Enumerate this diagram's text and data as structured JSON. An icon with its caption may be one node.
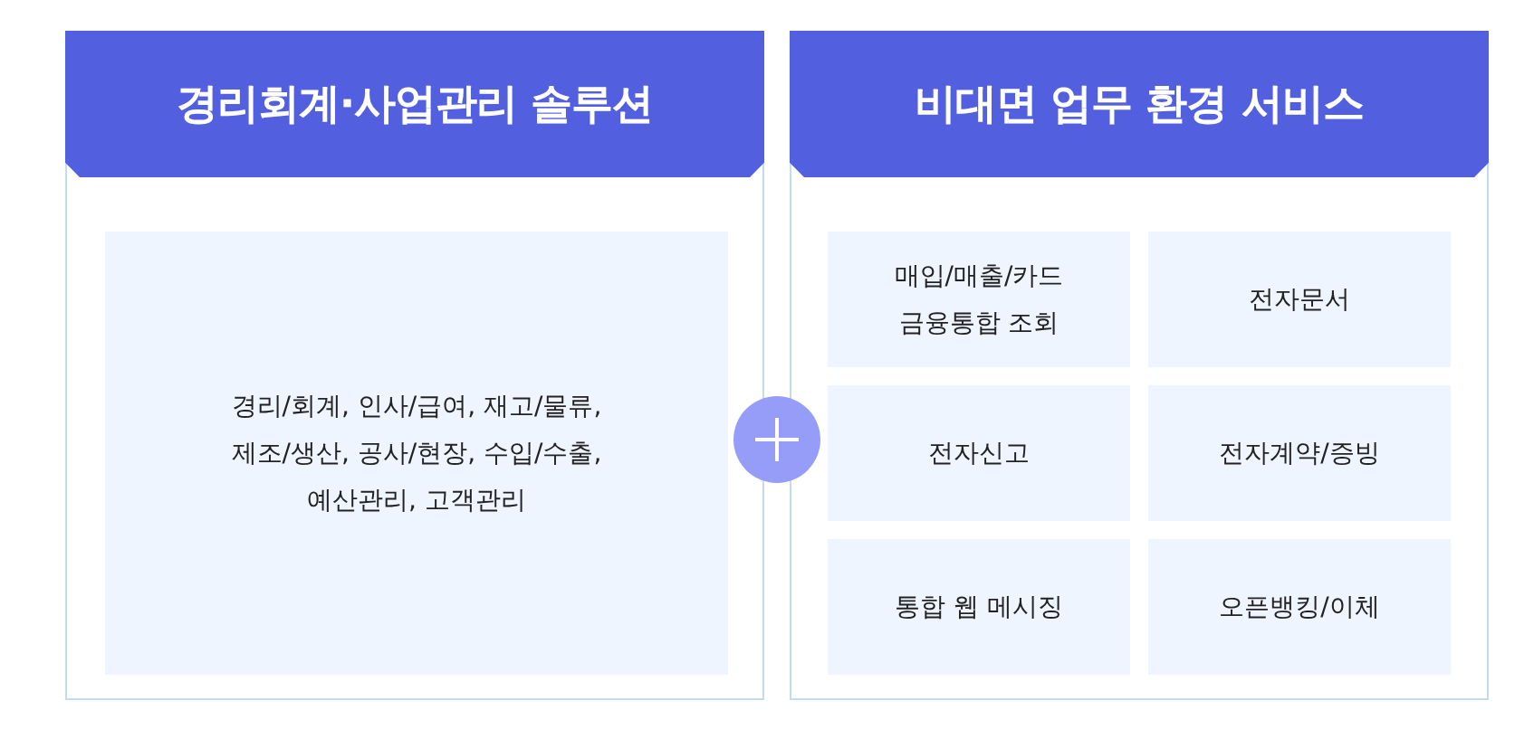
{
  "diagram": {
    "nodes": [
      {
        "text": [
          "경리회계·사업관리 솔루션"
        ]
      },
      {
        "text": [
          "경리/회계, 인사/급여, 재고/물류, 제조/생산, 공사/현장, 수입/수출, 예산관리, 고객관리"
        ],
        "in": 0
      },
      {
        "text": [
          "비대면 업무 환경 서비스"
        ]
      },
      {
        "text": [
          "매입/매출/카드 금융통합 조회"
        ],
        "in": 2
      },
      {
        "text": [
          "전자문서"
        ],
        "in": 2
      },
      {
        "text": [
          "전자신고"
        ],
        "in": 2
      },
      {
        "text": [
          "전자계약/증빙"
        ],
        "in": 2
      },
      {
        "text": [
          "통합 웹 메시징"
        ],
        "in": 2
      },
      {
        "text": [
          "오픈뱅킹/이체"
        ],
        "in": 2
      }
    ]
  }
}
